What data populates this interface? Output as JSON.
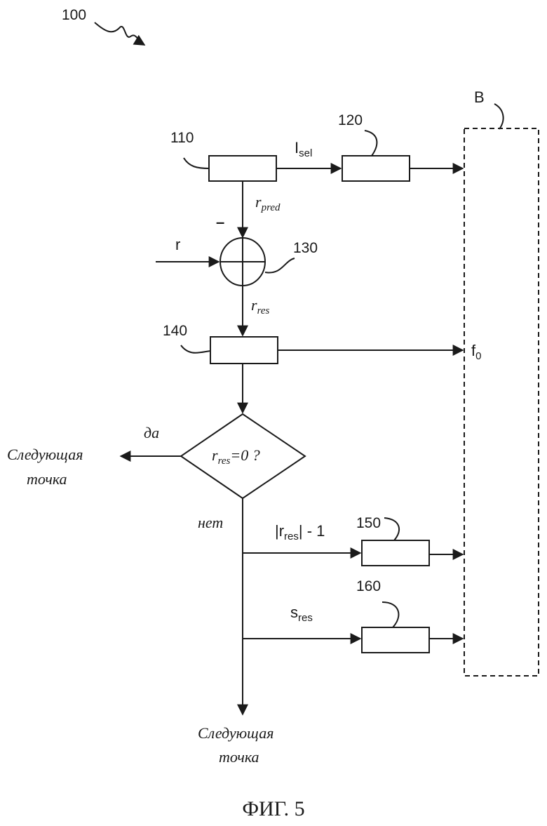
{
  "figure": {
    "ref_main": "100",
    "ref_b": "B",
    "caption": "ФИГ. 5"
  },
  "blocks": {
    "b110": "110",
    "b120": "120",
    "b130": "130",
    "b140": "140",
    "b150": "150",
    "b160": "160"
  },
  "signals": {
    "i_sel": {
      "main": "I",
      "sub": "sel"
    },
    "r_pred": {
      "main": "r",
      "sub": "pred"
    },
    "minus": "–",
    "r_in": "r",
    "r_res": {
      "main": "r",
      "sub": "res"
    },
    "f0": {
      "main": "f",
      "sub": "0"
    },
    "abs_r_res": {
      "pre": "|r",
      "sub": "res",
      "post": "| - 1"
    },
    "s_res": {
      "main": "s",
      "sub": "res"
    }
  },
  "decision": {
    "cond_main": "r",
    "cond_sub": "res",
    "cond_rest": "=0 ?",
    "yes": "да",
    "no": "нет"
  },
  "outputs": {
    "next_left_1": "Следующая",
    "next_left_2": "точка",
    "next_bottom_1": "Следующая",
    "next_bottom_2": "точка"
  }
}
